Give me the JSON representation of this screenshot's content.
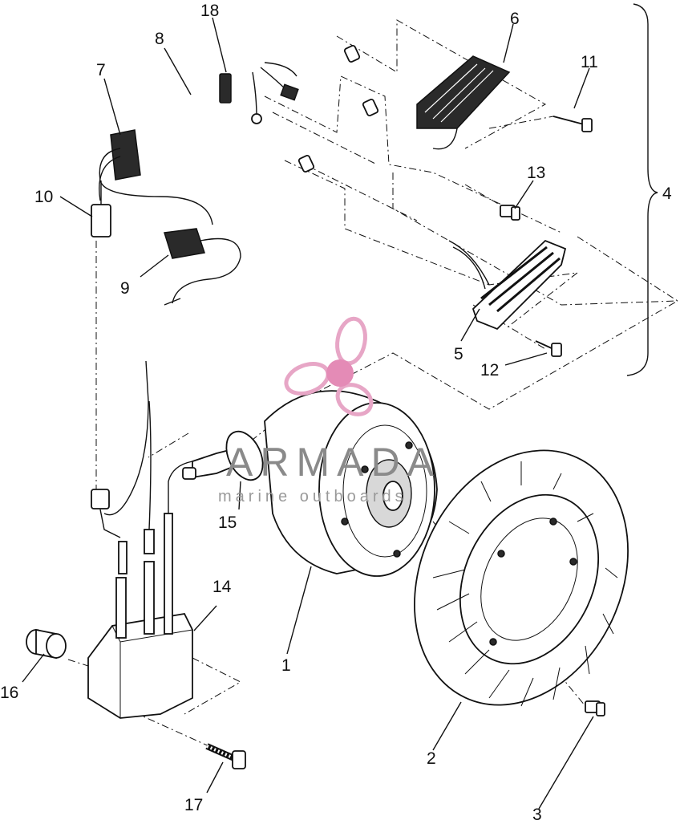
{
  "watermark": {
    "brand": "ARMADA",
    "tagline": "marine outboards",
    "colors": {
      "propeller": "#e7a6c6",
      "hub": "#e48bb6",
      "text": "#8a8a8a"
    }
  },
  "callouts": [
    {
      "id": "1",
      "label": "1"
    },
    {
      "id": "2",
      "label": "2"
    },
    {
      "id": "3",
      "label": "3"
    },
    {
      "id": "4",
      "label": "4"
    },
    {
      "id": "5",
      "label": "5"
    },
    {
      "id": "6",
      "label": "6"
    },
    {
      "id": "7",
      "label": "7"
    },
    {
      "id": "8",
      "label": "8"
    },
    {
      "id": "9",
      "label": "9"
    },
    {
      "id": "10",
      "label": "10"
    },
    {
      "id": "11",
      "label": "11"
    },
    {
      "id": "12",
      "label": "12"
    },
    {
      "id": "13",
      "label": "13"
    },
    {
      "id": "14",
      "label": "14"
    },
    {
      "id": "15",
      "label": "15"
    },
    {
      "id": "16",
      "label": "16"
    },
    {
      "id": "17",
      "label": "17"
    },
    {
      "id": "18",
      "label": "18"
    }
  ]
}
